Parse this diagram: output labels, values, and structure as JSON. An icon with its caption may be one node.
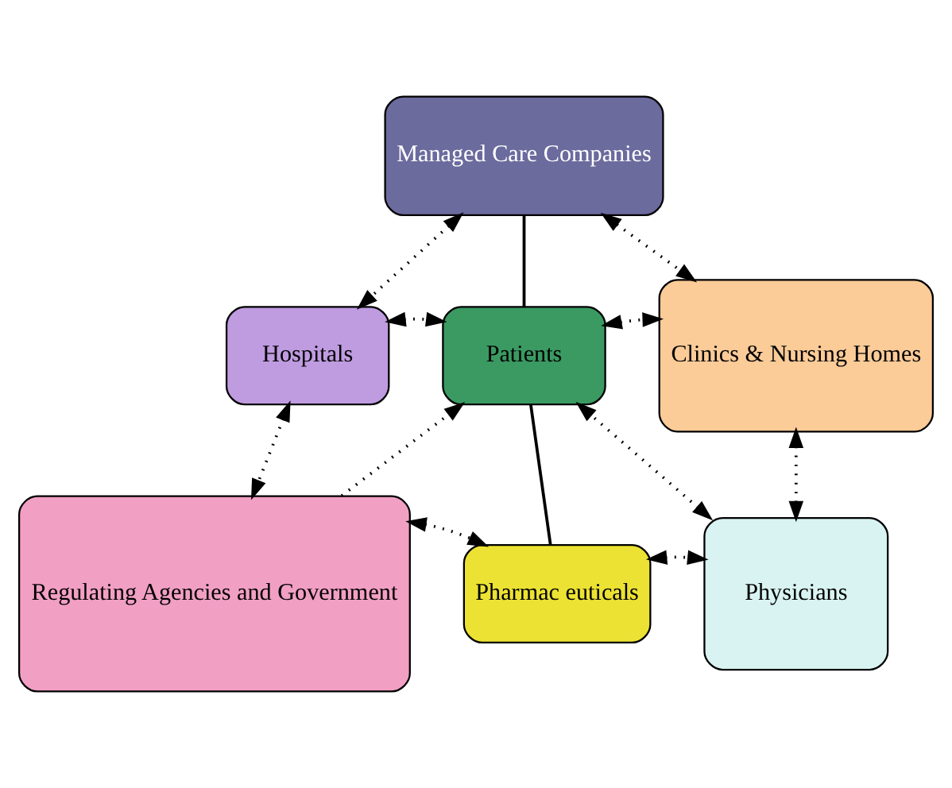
{
  "diagram": {
    "nodes": [
      {
        "text": [
          "Managed Care Companies"
        ]
      },
      {
        "text": [
          "Hospitals"
        ]
      },
      {
        "text": [
          "Patients"
        ]
      },
      {
        "text": [
          "Clinics & Nursing Homes"
        ]
      },
      {
        "text": [
          "Regulating Agencies and Government"
        ]
      },
      {
        "text": [
          "Pharmac euticals"
        ]
      },
      {
        "text": [
          "Physicians"
        ]
      }
    ],
    "edges": [
      {
        "from": 0,
        "to": 1,
        "arrow": "both",
        "style": "dashed"
      },
      {
        "from": 0,
        "to": 3,
        "arrow": "both",
        "style": "dashed"
      },
      {
        "from": 0,
        "to": 2,
        "arrow": "none"
      },
      {
        "from": 1,
        "to": 2,
        "arrow": "both",
        "style": "dashed"
      },
      {
        "from": 2,
        "to": 3,
        "arrow": "both",
        "style": "dashed"
      },
      {
        "from": 1,
        "to": 4,
        "arrow": "both",
        "style": "dashed"
      },
      {
        "from": 4,
        "to": 2,
        "arrow": "to",
        "style": "dashed"
      },
      {
        "from": 6,
        "to": 2,
        "arrow": "both",
        "style": "dashed"
      },
      {
        "from": 3,
        "to": 6,
        "arrow": "both",
        "style": "dashed"
      },
      {
        "from": 2,
        "to": 5,
        "arrow": "none"
      },
      {
        "from": 4,
        "to": 5,
        "arrow": "both",
        "style": "dashed"
      },
      {
        "from": 5,
        "to": 6,
        "arrow": "both",
        "style": "dashed"
      }
    ]
  }
}
